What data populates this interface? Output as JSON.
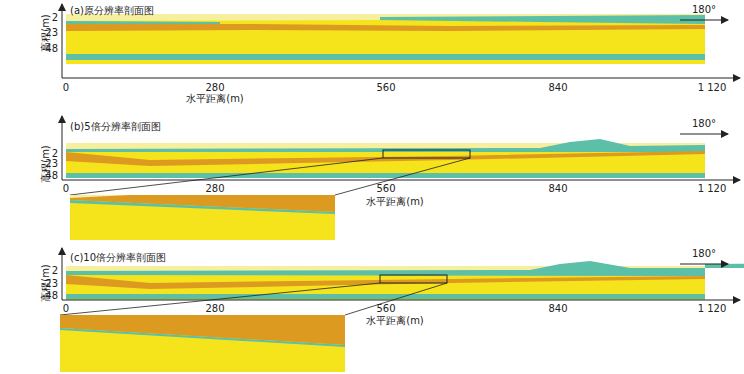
{
  "diagram": {
    "labels": [
      "(a)原分辨率剖面图",
      "180°",
      "2",
      "-23",
      "-48",
      "高程(m)",
      "0",
      "280",
      "560",
      "840",
      "1 120",
      "水平距离(m)",
      "(b)5倍分辨率剖面图",
      "180°",
      "2",
      "-23",
      "-48",
      "高程(m)",
      "0",
      "280",
      "560",
      "840",
      "1 120",
      "水平距离(m)",
      "(c)10倍分辨率剖面图",
      "180°",
      "2",
      "-23",
      "-48",
      "高程(m)",
      "0",
      "280",
      "560",
      "840",
      "1 120",
      "水平距离(m)"
    ]
  }
}
